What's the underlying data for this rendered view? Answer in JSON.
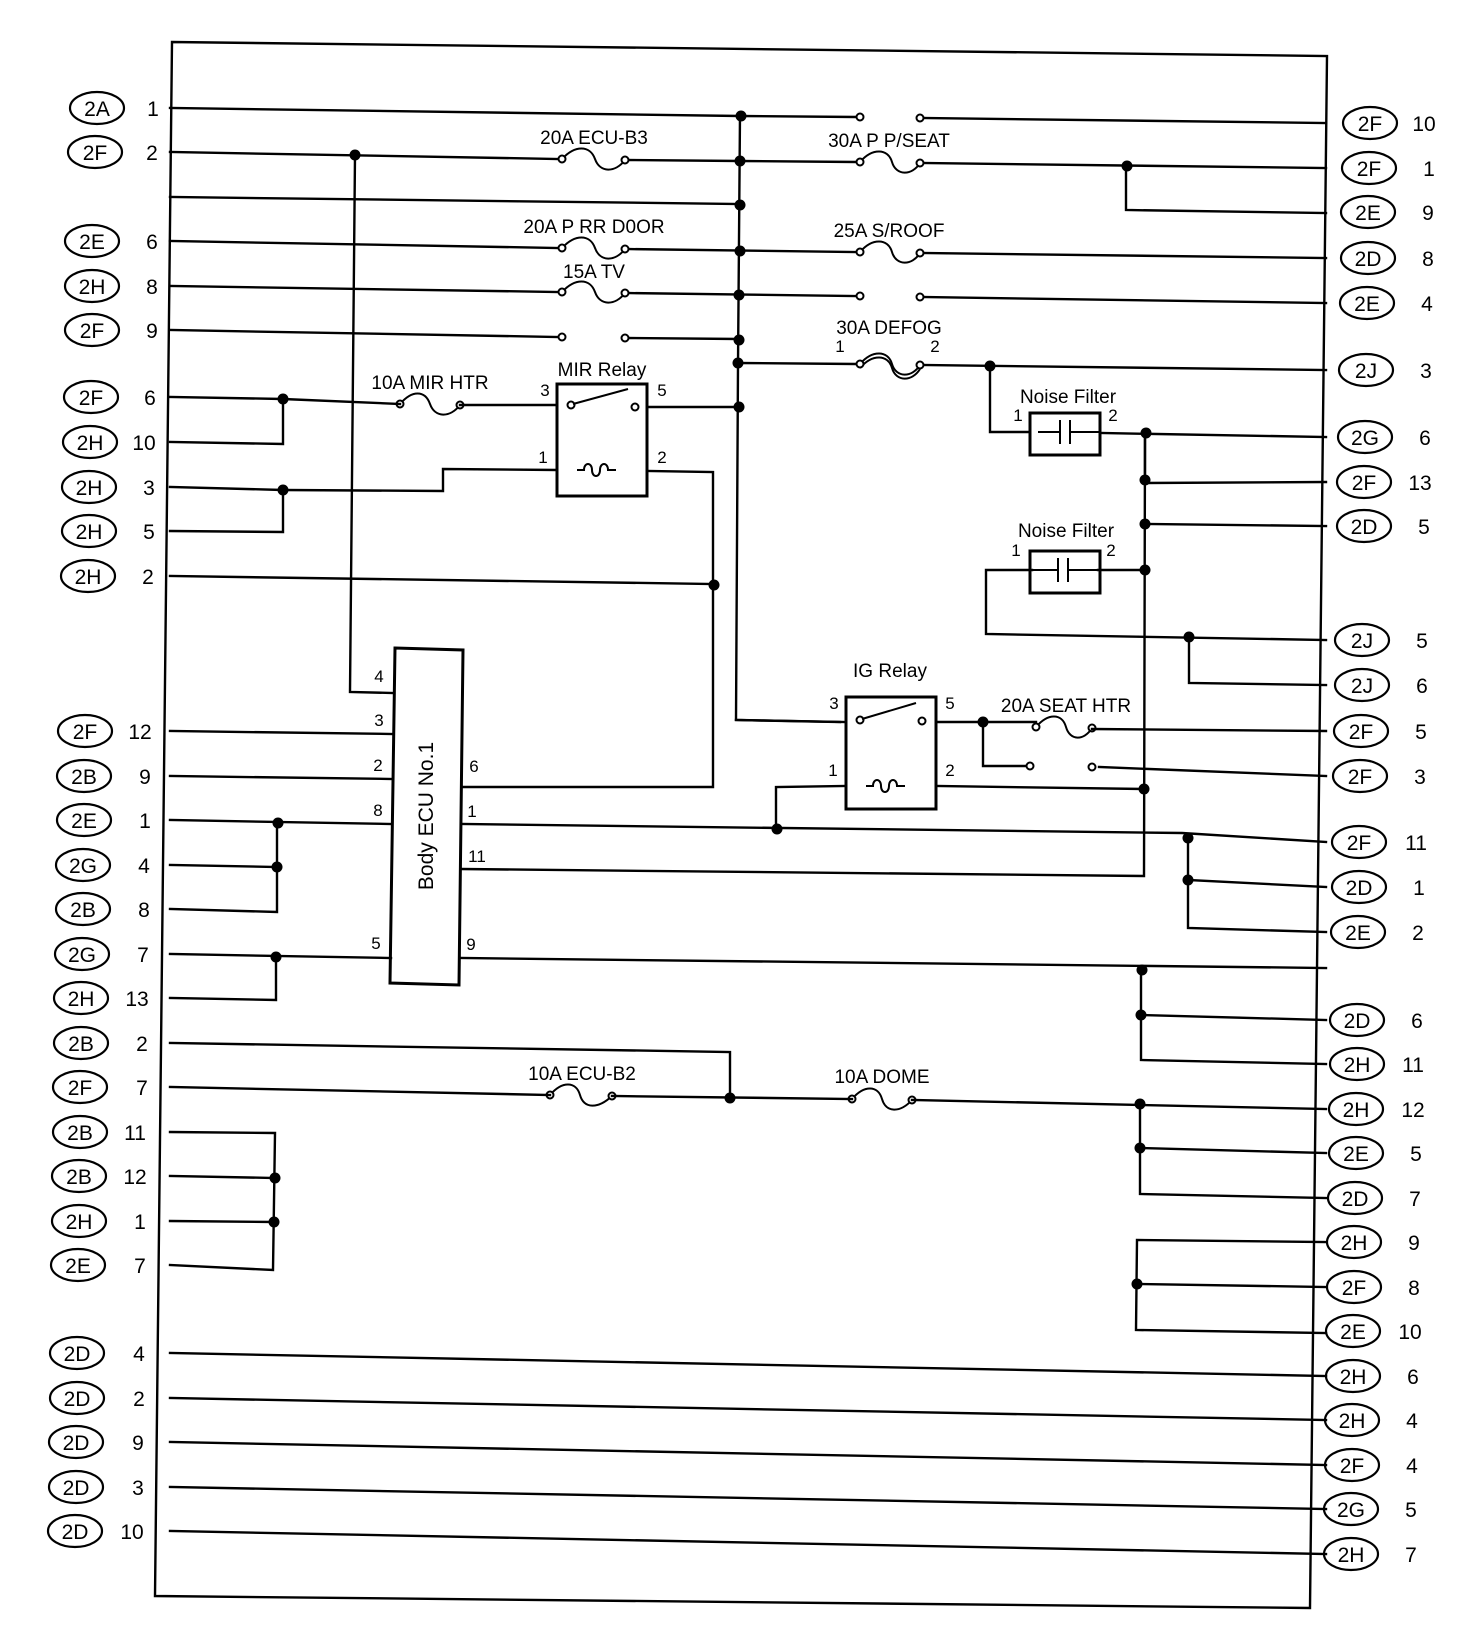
{
  "left_connectors": [
    {
      "id": "2A",
      "pin": "1"
    },
    {
      "id": "2F",
      "pin": "2"
    },
    {
      "id": "2E",
      "pin": "6"
    },
    {
      "id": "2H",
      "pin": "8"
    },
    {
      "id": "2F",
      "pin": "9"
    },
    {
      "id": "2F",
      "pin": "6"
    },
    {
      "id": "2H",
      "pin": "10"
    },
    {
      "id": "2H",
      "pin": "3"
    },
    {
      "id": "2H",
      "pin": "5"
    },
    {
      "id": "2H",
      "pin": "2"
    },
    {
      "id": "2F",
      "pin": "12"
    },
    {
      "id": "2B",
      "pin": "9"
    },
    {
      "id": "2E",
      "pin": "1"
    },
    {
      "id": "2G",
      "pin": "4"
    },
    {
      "id": "2B",
      "pin": "8"
    },
    {
      "id": "2G",
      "pin": "7"
    },
    {
      "id": "2H",
      "pin": "13"
    },
    {
      "id": "2B",
      "pin": "2"
    },
    {
      "id": "2F",
      "pin": "7"
    },
    {
      "id": "2B",
      "pin": "11"
    },
    {
      "id": "2B",
      "pin": "12"
    },
    {
      "id": "2H",
      "pin": "1"
    },
    {
      "id": "2E",
      "pin": "7"
    },
    {
      "id": "2D",
      "pin": "4"
    },
    {
      "id": "2D",
      "pin": "2"
    },
    {
      "id": "2D",
      "pin": "9"
    },
    {
      "id": "2D",
      "pin": "3"
    },
    {
      "id": "2D",
      "pin": "10"
    }
  ],
  "right_connectors": [
    {
      "id": "2F",
      "pin": "10"
    },
    {
      "id": "2F",
      "pin": "1"
    },
    {
      "id": "2E",
      "pin": "9"
    },
    {
      "id": "2D",
      "pin": "8"
    },
    {
      "id": "2E",
      "pin": "4"
    },
    {
      "id": "2J",
      "pin": "3"
    },
    {
      "id": "2G",
      "pin": "6"
    },
    {
      "id": "2F",
      "pin": "13"
    },
    {
      "id": "2D",
      "pin": "5"
    },
    {
      "id": "2J",
      "pin": "5"
    },
    {
      "id": "2J",
      "pin": "6"
    },
    {
      "id": "2F",
      "pin": "5"
    },
    {
      "id": "2F",
      "pin": "3"
    },
    {
      "id": "2F",
      "pin": "11"
    },
    {
      "id": "2D",
      "pin": "1"
    },
    {
      "id": "2E",
      "pin": "2"
    },
    {
      "id": "2D",
      "pin": "6"
    },
    {
      "id": "2H",
      "pin": "11"
    },
    {
      "id": "2H",
      "pin": "12"
    },
    {
      "id": "2E",
      "pin": "5"
    },
    {
      "id": "2D",
      "pin": "7"
    },
    {
      "id": "2H",
      "pin": "9"
    },
    {
      "id": "2F",
      "pin": "8"
    },
    {
      "id": "2E",
      "pin": "10"
    },
    {
      "id": "2H",
      "pin": "6"
    },
    {
      "id": "2H",
      "pin": "4"
    },
    {
      "id": "2F",
      "pin": "4"
    },
    {
      "id": "2G",
      "pin": "5"
    },
    {
      "id": "2H",
      "pin": "7"
    }
  ],
  "fuses": {
    "ecu_b3": "20A ECU-B3",
    "p_pseat": "30A P P/SEAT",
    "p_rr_door": "20A P RR D0OR",
    "s_roof": "25A S/ROOF",
    "tv": "15A TV",
    "defog": "30A DEFOG",
    "mir_htr": "10A MIR HTR",
    "seat_htr": "20A SEAT HTR",
    "ecu_b2": "10A ECU-B2",
    "dome": "10A DOME"
  },
  "relays": {
    "mir": {
      "label": "MIR Relay",
      "p3": "3",
      "p5": "5",
      "p1": "1",
      "p2": "2"
    },
    "ig": {
      "label": "IG Relay",
      "p3": "3",
      "p5": "5",
      "p1": "1",
      "p2": "2"
    }
  },
  "defog_pins": {
    "p1": "1",
    "p2": "2"
  },
  "noise_filters": [
    {
      "label": "Noise Filter",
      "p1": "1",
      "p2": "2"
    },
    {
      "label": "Noise Filter",
      "p1": "1",
      "p2": "2"
    }
  ],
  "body_ecu": {
    "label": "Body ECU No.1",
    "left_pins": [
      "4",
      "3",
      "2",
      "8",
      "5"
    ],
    "right_pins": [
      "6",
      "1",
      "11",
      "9"
    ]
  }
}
